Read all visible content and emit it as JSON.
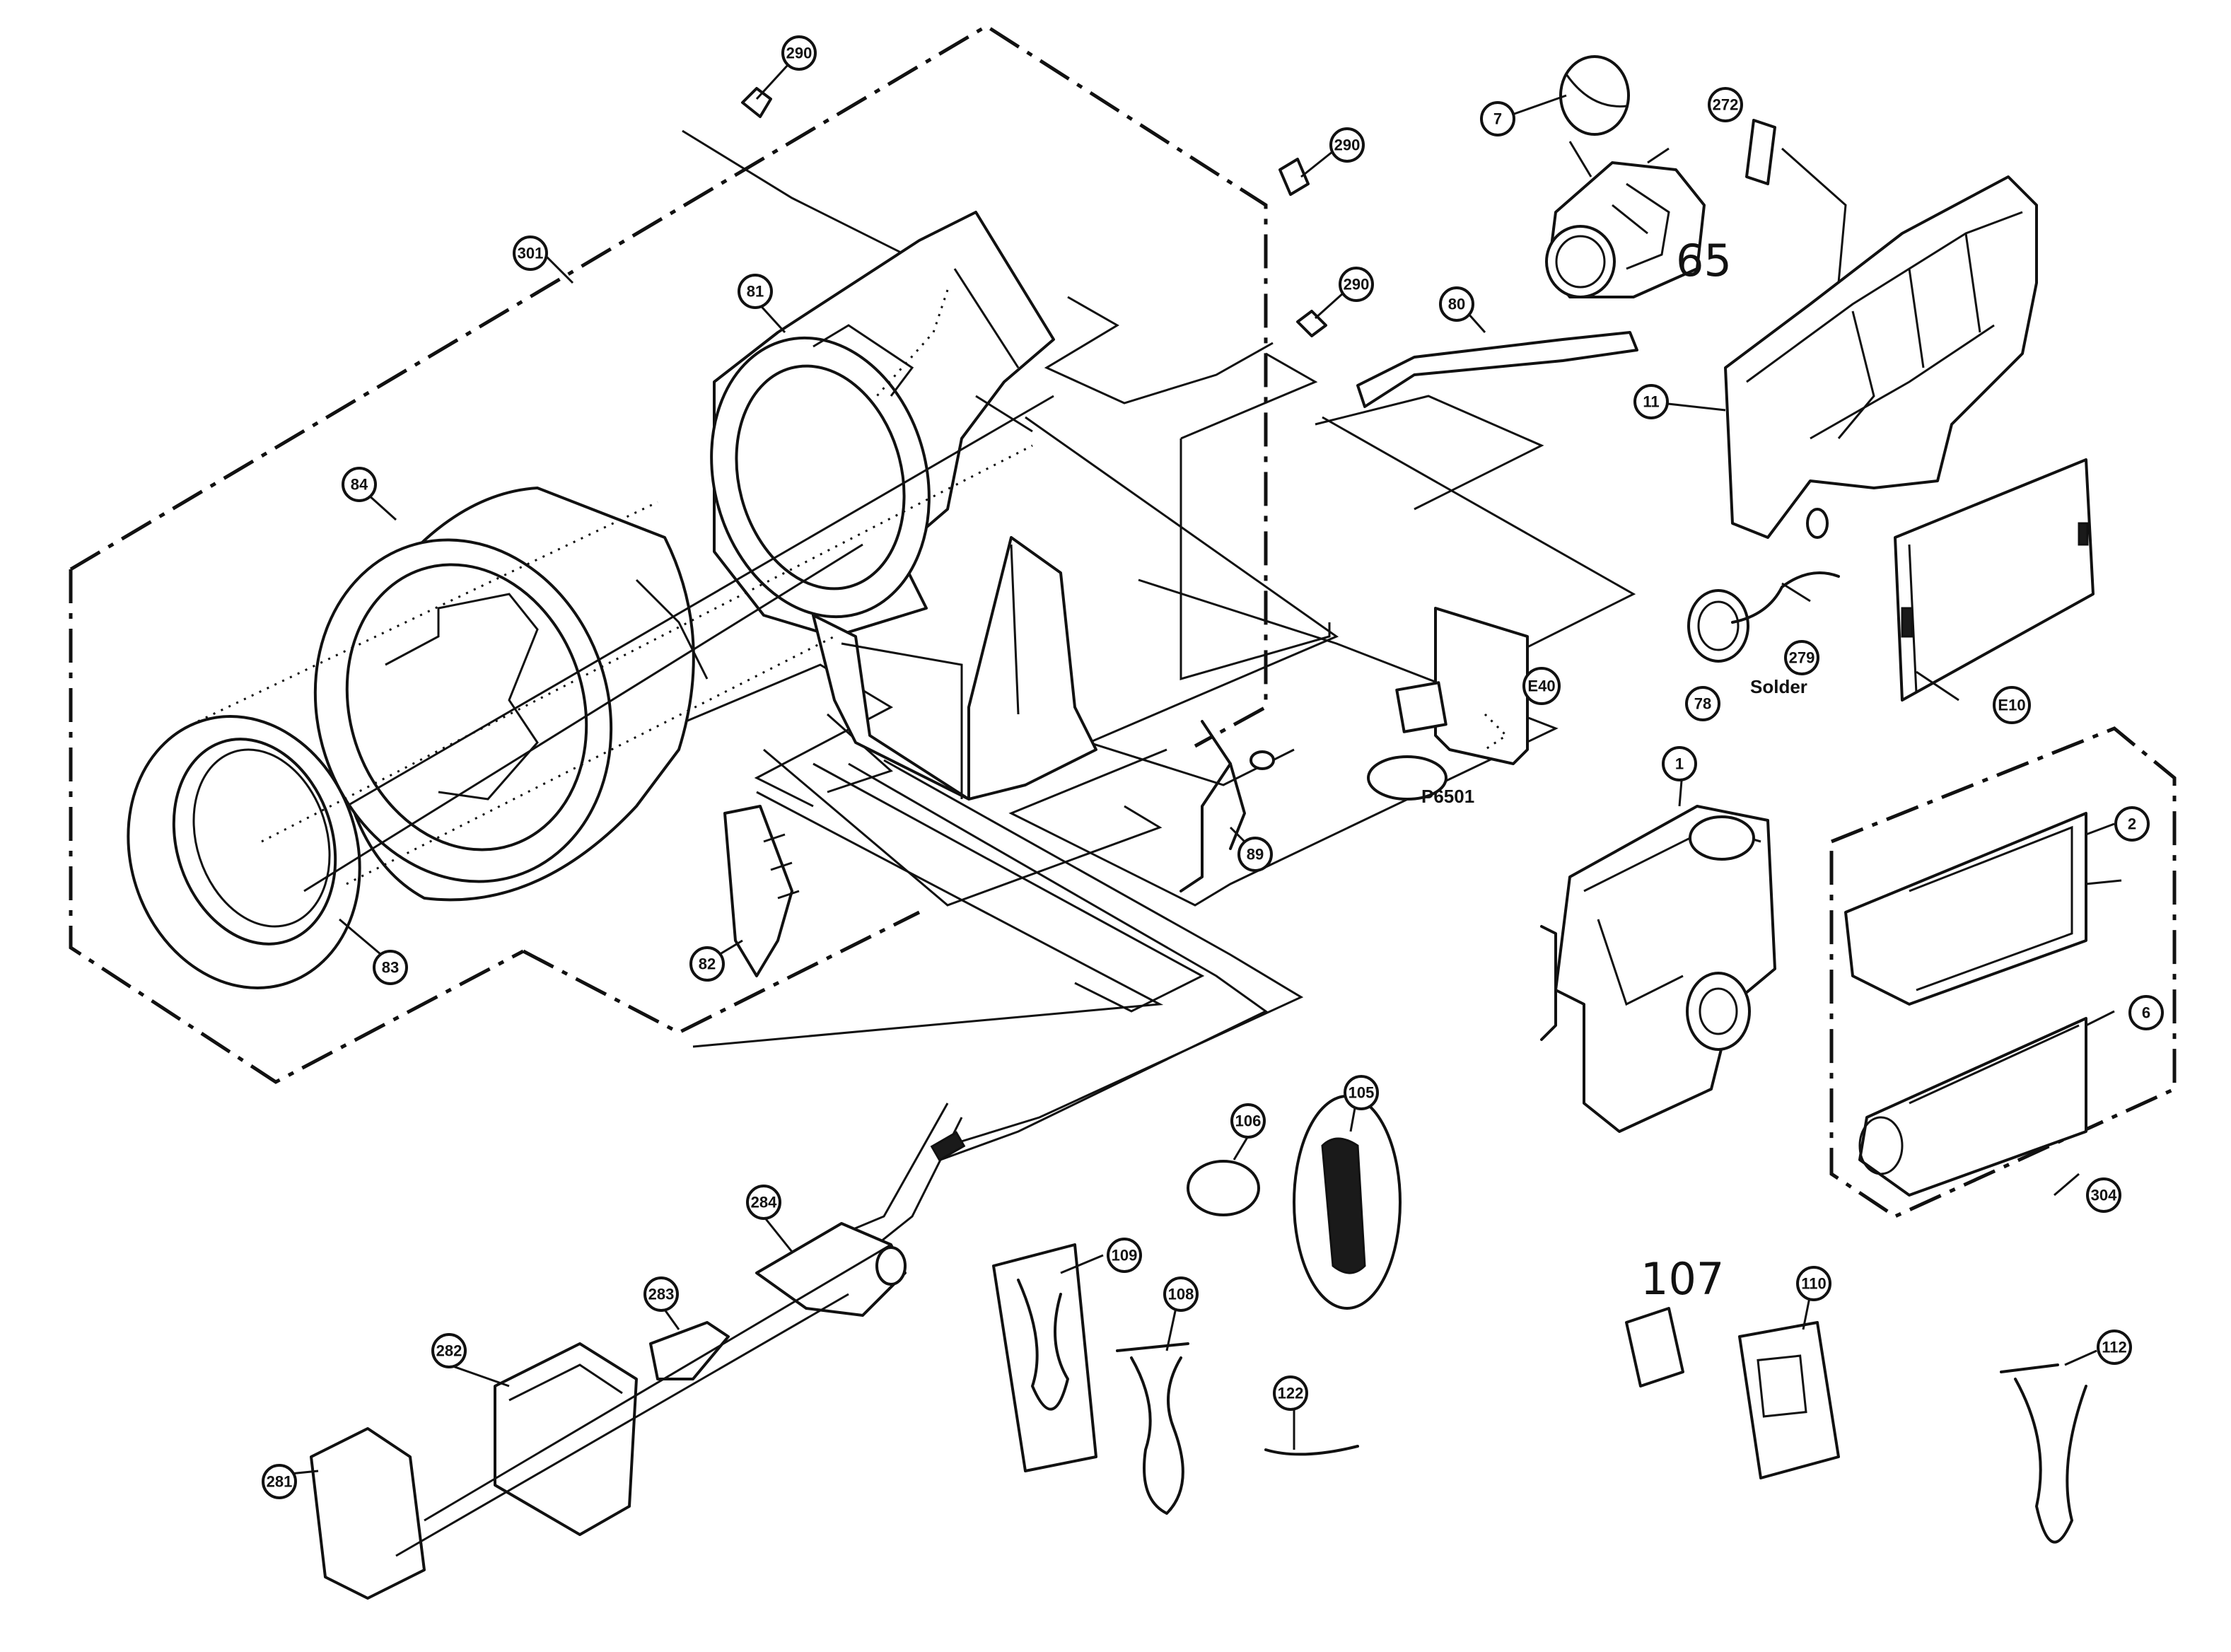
{
  "callouts": {
    "c290a": "290",
    "c290b": "290",
    "c290c": "290",
    "c301": "301",
    "c81": "81",
    "c84": "84",
    "c83": "83",
    "c82": "82",
    "c80": "80",
    "c89": "89",
    "cE40": "E40",
    "c7": "7",
    "c272": "272",
    "c11": "11",
    "c78": "78",
    "c279": "279",
    "cE10": "E10",
    "c1": "1",
    "c2": "2",
    "c6": "6",
    "c304": "304",
    "c106": "106",
    "c105": "105",
    "c109": "109",
    "c108": "108",
    "c122": "122",
    "c284": "284",
    "c283": "283",
    "c282": "282",
    "c281": "281",
    "c110": "110",
    "c112": "112"
  },
  "labels": {
    "solder": "Solder",
    "p6501": "P6501",
    "hand65": "65",
    "hand107": "107"
  }
}
